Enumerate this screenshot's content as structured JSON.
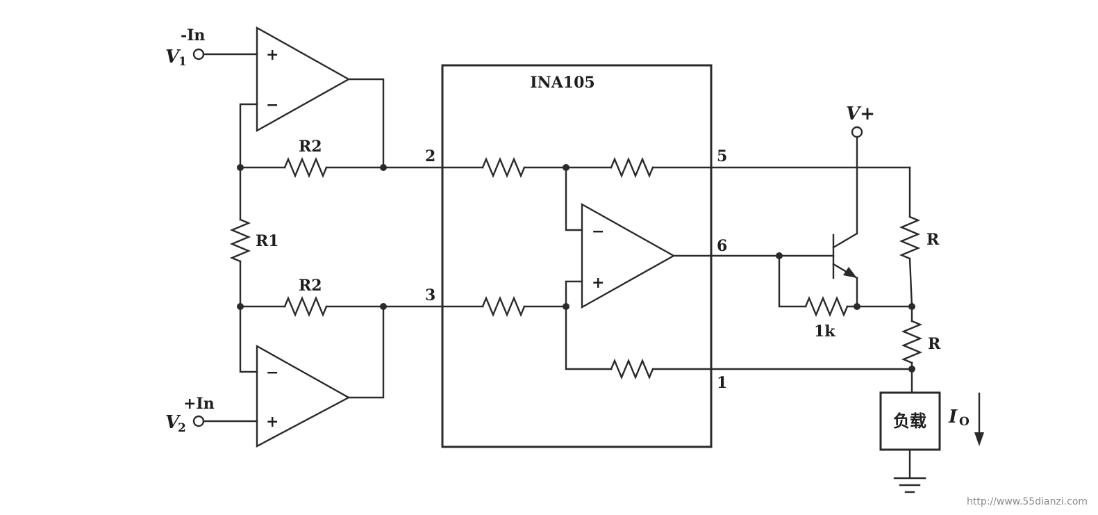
{
  "ic": {
    "name": "INA105"
  },
  "inputs": {
    "minus": {
      "signal": "-In",
      "source": "V",
      "source_sub": "1"
    },
    "plus": {
      "signal": "+In",
      "source": "V",
      "source_sub": "2"
    }
  },
  "resistors": {
    "r2_top": "R2",
    "r2_bottom": "R2",
    "r1": "R1",
    "r_upper": "R",
    "r_lower": "R",
    "r_1k": "1k"
  },
  "pins": {
    "p2": "2",
    "p3": "3",
    "p5": "5",
    "p6": "6",
    "p1": "1"
  },
  "opamp_signs": {
    "plus": "+",
    "minus": "−"
  },
  "supply": {
    "label": "V+"
  },
  "load": {
    "label": "负载"
  },
  "output_current": {
    "symbol": "I",
    "sub": "O"
  },
  "watermark": "http://www.55dianzi.com"
}
